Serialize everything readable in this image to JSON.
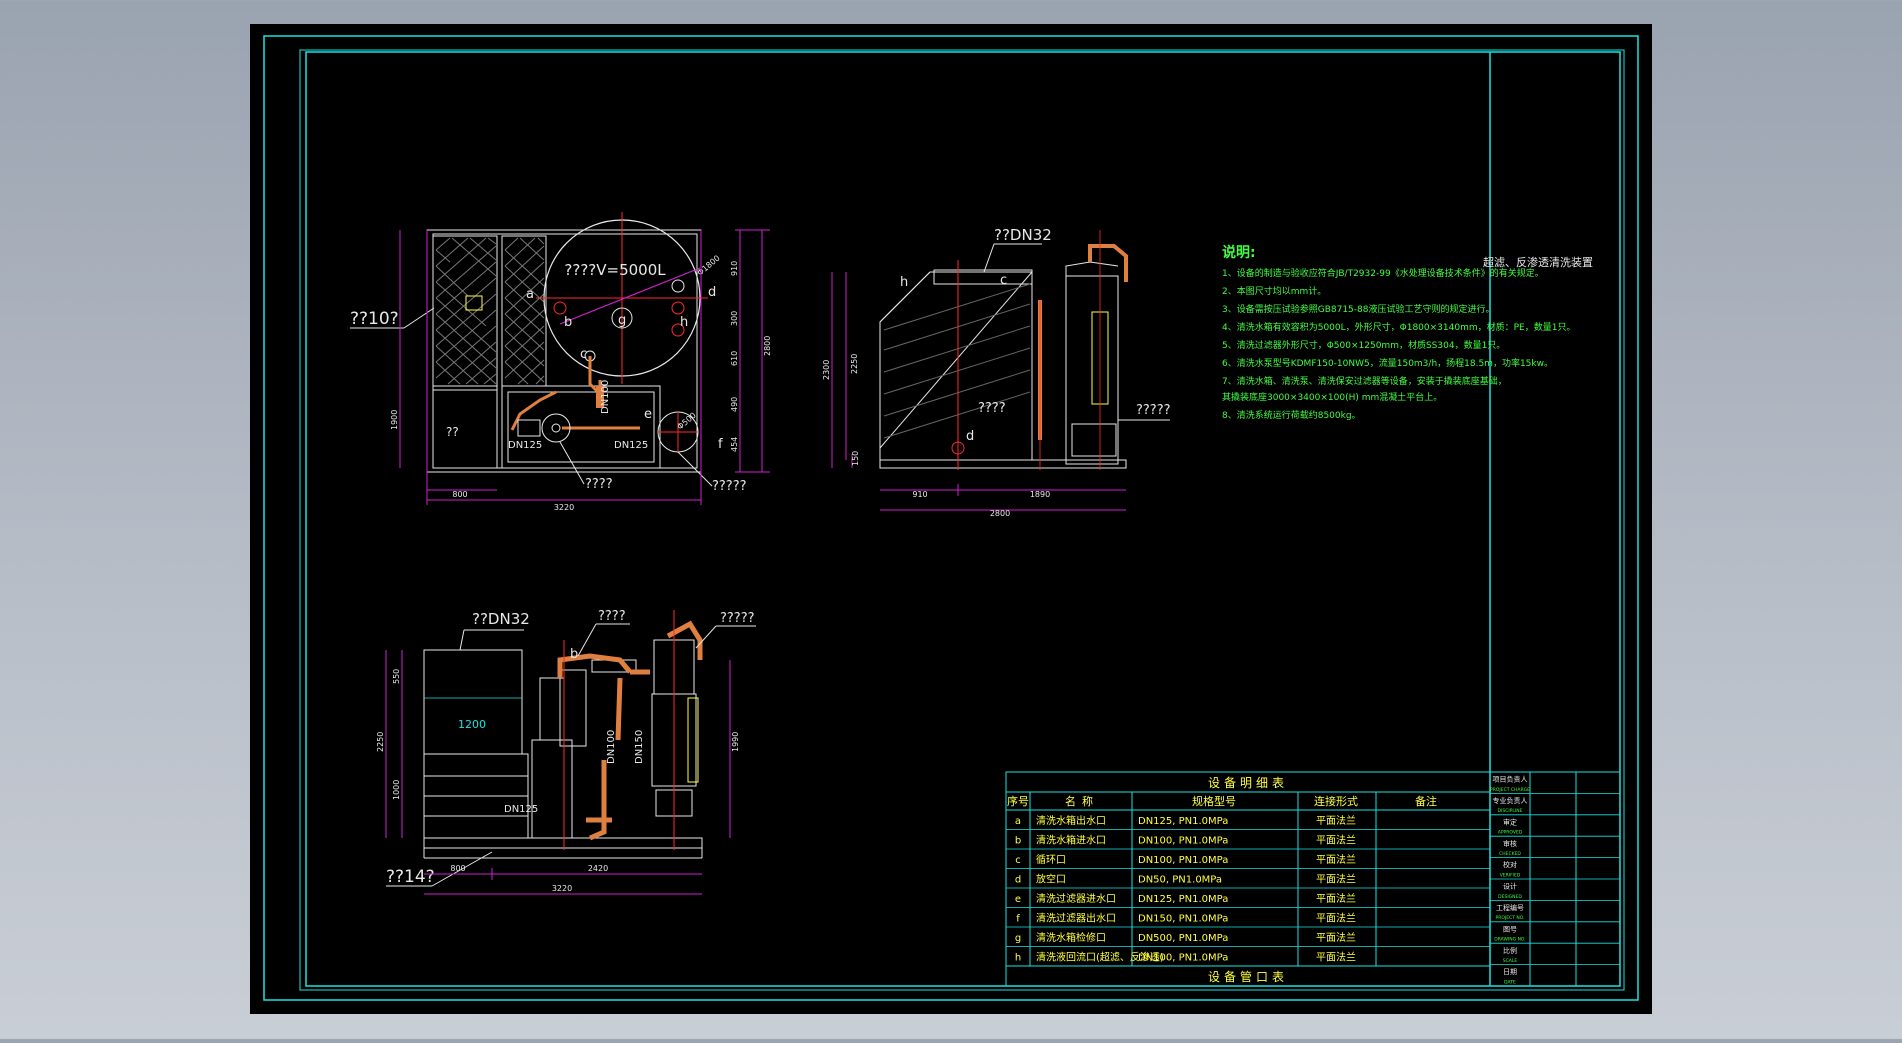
{
  "colors": {
    "background": "#9ea7b4",
    "sheet": "#000000",
    "frame": "#19e3e3",
    "magenta": "#d020d0",
    "yellow": "#ffff40",
    "green": "#40ff40",
    "red": "#ff2a2a",
    "white": "#e8e8e8",
    "orange": "#e08040"
  },
  "title_block": {
    "title": "超滤、反渗透清洗装置"
  },
  "notes": {
    "heading": "说明:",
    "lines": [
      "1、设备的制造与验收应符合JB/T2932-99《水处理设备技术条件》的有关规定。",
      "2、本图尺寸均以mm计。",
      "3、设备需按压试验参照GB8715-88液压试验工艺守则的规定进行。",
      "4、清洗水箱有效容积为5000L，外形尺寸，Φ1800×3140mm，材质：PE，数量1只。",
      "5、清洗过滤器外形尺寸，Φ500×1250mm，材质SS304，数量1只。",
      "6、清洗水泵型号KDMF150-10NW5，流量150m3/h，扬程18.5m，功率15kw。",
      "7、清洗水箱、清洗泵、清洗保安过滤器等设备，安装于撬装底座基础，",
      "   其撬装底座3000×3400×100(H) mm混凝土平台上。",
      "8、清洗系统运行荷载约8500kg。"
    ]
  },
  "view_top": {
    "tank_label": "????V=5000L",
    "left_callout": "??10?",
    "small_box": "??",
    "bottom_callout_1": "????",
    "bottom_callout_2": "?????",
    "dn_labels": [
      "DN125",
      "DN100",
      "DN125"
    ],
    "port_letters": [
      "a",
      "b",
      "c",
      "d",
      "e",
      "f",
      "g",
      "h"
    ],
    "diag_label": "Φ1800",
    "diag_label_2": "Φ500",
    "dims_bottom": [
      "800",
      "3220"
    ],
    "dims_left": [
      "1900"
    ],
    "dims_right": [
      "910",
      "300",
      "610",
      "490",
      "454",
      "2800"
    ]
  },
  "view_side": {
    "top_callout": "??DN32",
    "mid_callout": "????",
    "right_callout": "?????",
    "port_letters": [
      "h",
      "c",
      "d"
    ],
    "dims_left": [
      "2300",
      "2250",
      "150"
    ],
    "dims_bottom": [
      "910",
      "1890",
      "2800"
    ]
  },
  "view_front": {
    "top_callout": "??DN32",
    "callout_2": "????",
    "callout_3": "?????",
    "bottom_callout": "??14?",
    "box_label": "1200",
    "dn_labels": [
      "DN125",
      "DN100",
      "DN150"
    ],
    "port_letter": "b",
    "dims_left": [
      "550",
      "2250",
      "1000"
    ],
    "dims_right": [
      "1990"
    ],
    "dims_bottom": [
      "800",
      "2420",
      "3220"
    ]
  },
  "equipment_table": {
    "title": "设备明细表",
    "footer": "设备管口表",
    "headers": [
      "序号",
      "名称",
      "规格型号",
      "连接形式",
      "备注"
    ],
    "rows": [
      [
        "a",
        "清洗水箱出水口",
        "DN125, PN1.0MPa",
        "平面法兰",
        ""
      ],
      [
        "b",
        "清洗水箱进水口",
        "DN100, PN1.0MPa",
        "平面法兰",
        ""
      ],
      [
        "c",
        "循环口",
        "DN100, PN1.0MPa",
        "平面法兰",
        ""
      ],
      [
        "d",
        "放空口",
        "DN50, PN1.0MPa",
        "平面法兰",
        ""
      ],
      [
        "e",
        "清洗过滤器进水口",
        "DN125, PN1.0MPa",
        "平面法兰",
        ""
      ],
      [
        "f",
        "清洗过滤器出水口",
        "DN150, PN1.0MPa",
        "平面法兰",
        ""
      ],
      [
        "g",
        "清洗水箱检修口",
        "DN500, PN1.0MPa",
        "平面法兰",
        ""
      ],
      [
        "h",
        "清洗液回流口(超滤、反渗透)",
        "DN100, PN1.0MPa",
        "平面法兰",
        ""
      ]
    ]
  },
  "revision_block": {
    "rows": [
      [
        "项目负责人",
        "PROJECT CHARGE"
      ],
      [
        "专业负责人",
        "DISCIPLINE"
      ],
      [
        "审定",
        "APPROVED"
      ],
      [
        "审核",
        "CHECKED"
      ],
      [
        "校对",
        "VERIFIED"
      ],
      [
        "设计",
        "DESIGNED"
      ],
      [
        "工程编号",
        "PROJECT NO."
      ],
      [
        "图号",
        "DRAWING NO."
      ],
      [
        "比例",
        "SCALE"
      ],
      [
        "日期",
        "DATE"
      ]
    ]
  }
}
